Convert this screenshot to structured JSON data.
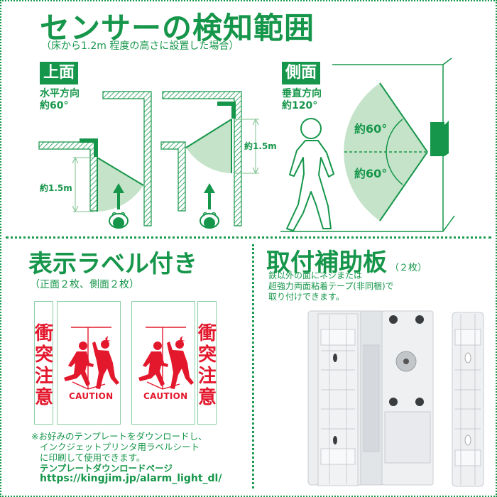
{
  "sections": {
    "detection": {
      "title": "センサーの検知範囲",
      "subtitle": "（床から1.2m 程度の高さに設置した場合）",
      "top_view": {
        "tag": "上面",
        "direction_line1": "水平方向",
        "direction_line2": "約60°",
        "distance_label_left": "約1.5m",
        "distance_label_right": "約1.5m"
      },
      "side_view": {
        "tag": "側面",
        "direction_line1": "垂直方向",
        "direction_line2": "約120°",
        "angle_upper": "約60°",
        "angle_lower": "約60°"
      }
    },
    "labels": {
      "title": "表示ラベル付き",
      "subtitle": "（正面２枚、側面２枚）",
      "side_label_text": [
        "衝",
        "突",
        "注",
        "意"
      ],
      "front_label_caption": "CAUTION",
      "note_line1": "※お好みのテンプレートをダウンロードし、",
      "note_line2": "インクジェットプリンタ用ラベルシート",
      "note_line3": "に印刷して使用できます。",
      "download_heading": "テンプレートダウンロードページ",
      "download_url": "https://kingjim.jp/alarm_light_dl/"
    },
    "mounting_plate": {
      "title": "取付補助板",
      "count": "（２枚）",
      "desc_line1": "鉄以外の面にネジまたは",
      "desc_line2": "超強力両面粘着テープ(非同梱)で",
      "desc_line3": "取り付けできます。"
    }
  },
  "colors": {
    "brand_green": "#16964a",
    "light_green_fill": "#c4e3c9",
    "caution_red": "#e3182d",
    "label_border": "#8ccfa6",
    "product_gray": "#e8eaec"
  }
}
